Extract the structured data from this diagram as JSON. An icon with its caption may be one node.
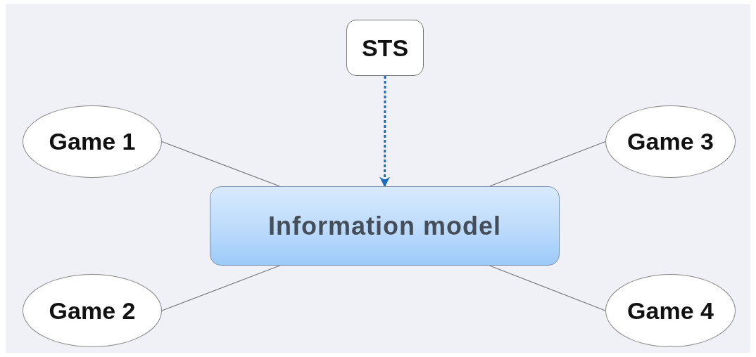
{
  "diagram": {
    "nodes": [
      {
        "text": [
          "STS"
        ]
      },
      {
        "text": [
          "Game 1"
        ]
      },
      {
        "text": [
          "Game 3"
        ]
      },
      {
        "text": [
          "Information model"
        ]
      },
      {
        "text": [
          "Game 2"
        ]
      },
      {
        "text": [
          "Game 4"
        ]
      }
    ],
    "edges": [
      {
        "from": 0,
        "to": 3,
        "arrow": "to",
        "style": "dashed",
        "color": "#1a6cc4"
      },
      {
        "from": 1,
        "to": 3,
        "arrow": "none"
      },
      {
        "from": 2,
        "to": 3,
        "arrow": "none"
      },
      {
        "from": 4,
        "to": 3,
        "arrow": "none"
      },
      {
        "from": 5,
        "to": 3,
        "arrow": "none"
      }
    ]
  }
}
